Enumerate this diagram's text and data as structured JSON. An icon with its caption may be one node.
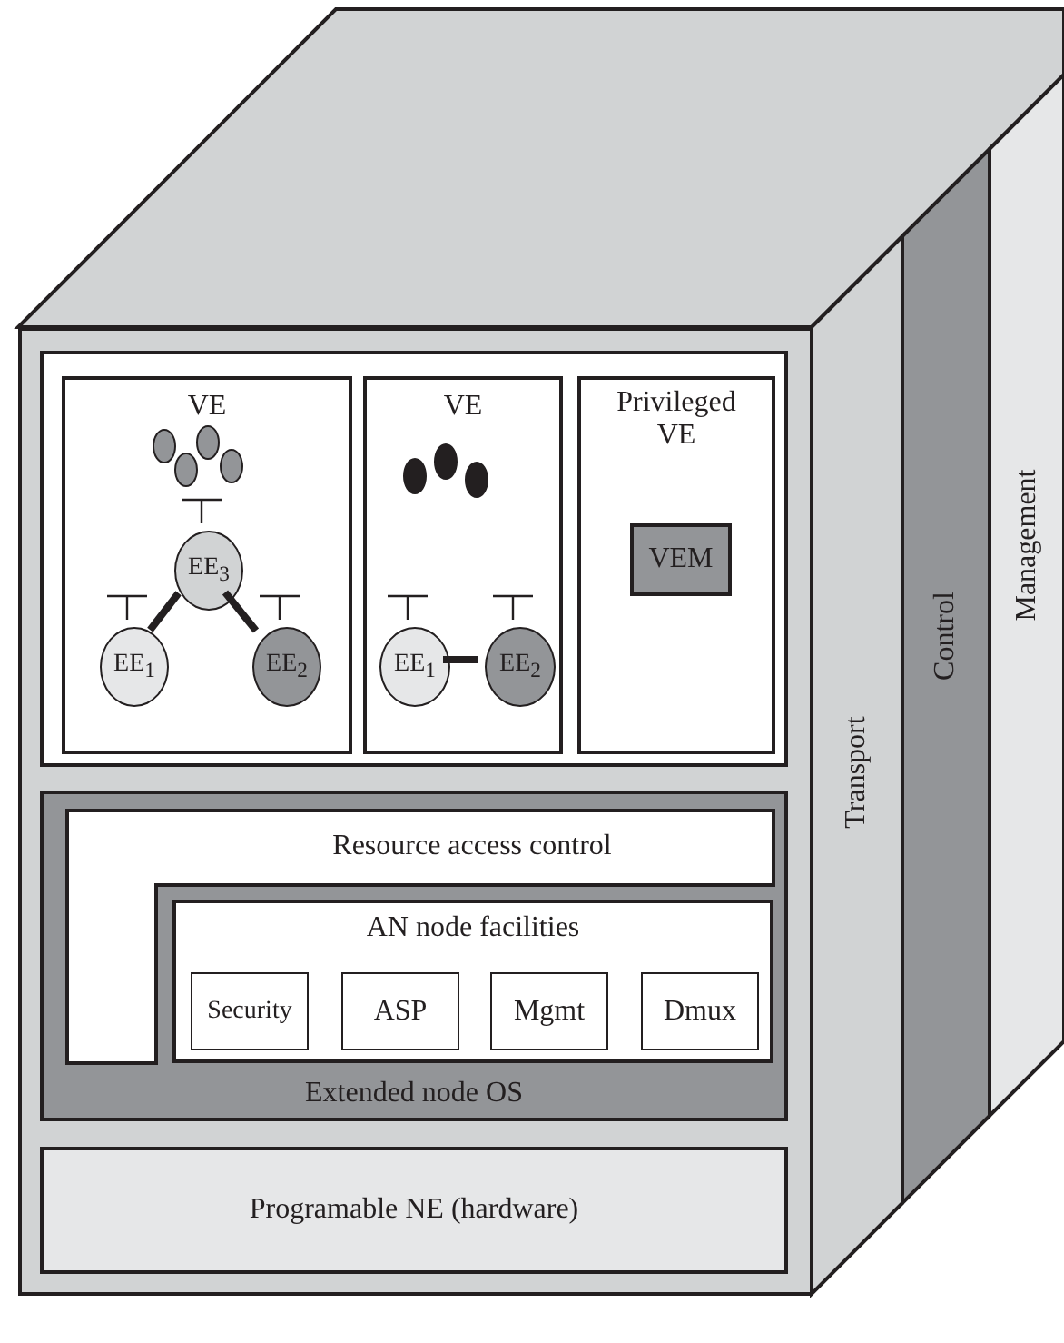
{
  "diagram": {
    "nodes": [
      {
        "text": [
          "Transport"
        ]
      },
      {
        "text": [
          "Control"
        ]
      },
      {
        "text": [
          "Management"
        ]
      },
      {
        "text": [],
        "shape": "box"
      },
      {
        "text": [
          "VE"
        ],
        "in": 3
      },
      {
        "text": [],
        "shape": "circle",
        "in": 4
      },
      {
        "text": [],
        "shape": "circle",
        "in": 4
      },
      {
        "text": [],
        "shape": "circle",
        "in": 4
      },
      {
        "text": [],
        "shape": "circle",
        "in": 4
      },
      {
        "text": [
          "EE$_{3}$"
        ],
        "in": 4
      },
      {
        "text": [
          "EE$_{1}$"
        ],
        "in": 4
      },
      {
        "text": [
          "EE$_{2}$"
        ],
        "in": 4
      },
      {
        "text": [
          "VE"
        ],
        "in": 3
      },
      {
        "text": [],
        "shape": "circle",
        "in": 12
      },
      {
        "text": [],
        "shape": "circle",
        "in": 12
      },
      {
        "text": [],
        "shape": "circle",
        "in": 12
      },
      {
        "text": [
          "EE$_{1}$"
        ],
        "in": 12
      },
      {
        "text": [
          "EE$_{2}$"
        ],
        "in": 12
      },
      {
        "text": [
          "Privileged VE"
        ],
        "in": 3
      },
      {
        "text": [
          "VEM"
        ],
        "in": 18
      },
      {
        "text": [
          "Extended node OS"
        ]
      },
      {
        "text": [
          "Resource access control"
        ],
        "in": 20
      },
      {
        "text": [
          "AN node facilities"
        ],
        "in": 20
      },
      {
        "text": [
          "Security"
        ],
        "in": 22
      },
      {
        "text": [
          "ASP"
        ],
        "in": 22
      },
      {
        "text": [
          "Mgmt"
        ],
        "in": 22
      },
      {
        "text": [
          "Dmux"
        ],
        "in": 22
      },
      {
        "text": [
          "Programable NE (hardware)"
        ]
      }
    ],
    "edges": [
      {
        "from": 9,
        "to": 10,
        "arrow": "none"
      },
      {
        "from": 9,
        "to": 11,
        "arrow": "none"
      },
      {
        "from": 16,
        "to": 17,
        "arrow": "none"
      }
    ]
  }
}
